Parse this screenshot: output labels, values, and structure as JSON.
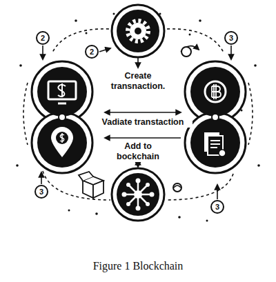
{
  "diagram": {
    "caption": "Figure 1 Blockchain",
    "labels": [
      "2",
      "2",
      "3",
      "Create transnaction.",
      "Vadiate transtaction",
      "Add to bockchain",
      "3",
      "3"
    ]
  }
}
